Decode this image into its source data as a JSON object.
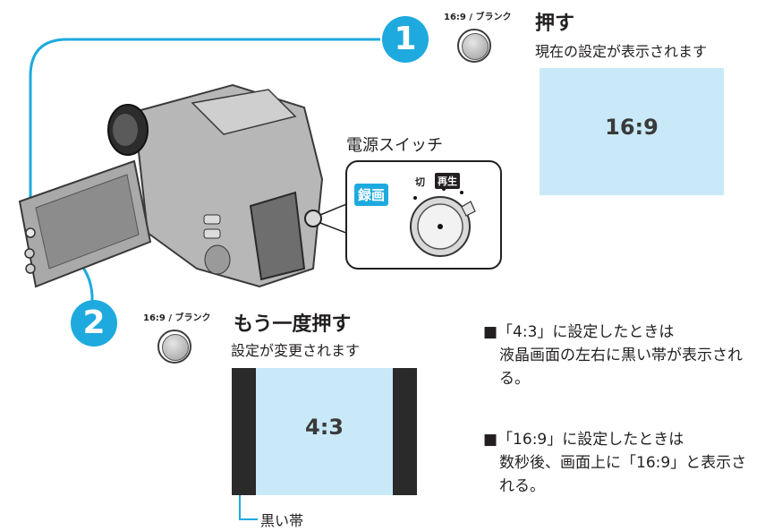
{
  "colors": {
    "accent_blue": "#1eaade",
    "screen_fill": "#c9e9f8",
    "black_band": "#2a2a2a"
  },
  "step1": {
    "badge": "1",
    "button_label": "16:9 / ブランク",
    "action": "押す",
    "description": "現在の設定が表示されます",
    "screen_text": "16:9"
  },
  "step2": {
    "badge": "2",
    "button_label": "16:9 / ブランク",
    "action": "もう一度押す",
    "description": "設定が変更されます",
    "screen_text": "4:3",
    "band_label": "黒い帯"
  },
  "power_switch": {
    "title": "電源スイッチ",
    "record_label": "録画",
    "off_label": "切",
    "play_label": "再生"
  },
  "notes": [
    {
      "heading": "■「4:3」に設定したときは",
      "text": "液晶画面の左右に黒い帯が表示される。"
    },
    {
      "heading": "■「16:9」に設定したときは",
      "text": "数秒後、画面上に「16:9」と表示される。"
    }
  ]
}
